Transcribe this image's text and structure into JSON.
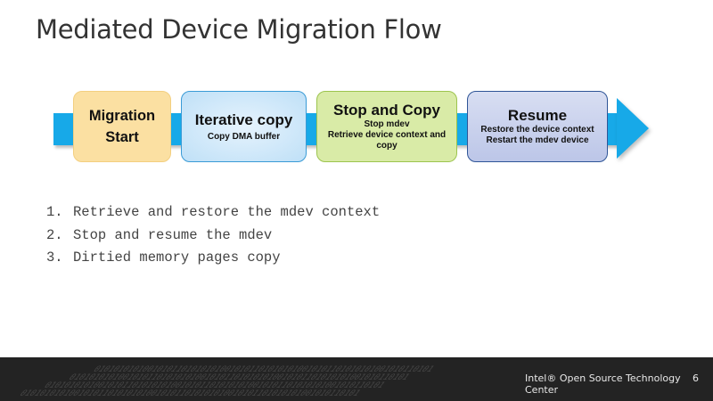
{
  "slide": {
    "title": "Mediated Device Migration Flow",
    "page_number": "6"
  },
  "flow": {
    "arrow_color": "#17a9e8",
    "steps": [
      {
        "title_line1": "Migration",
        "title_line2": "Start",
        "color": "#fbe0a2"
      },
      {
        "title": "Iterative copy",
        "sub1": "Copy DMA buffer",
        "color": "#c5e3f8"
      },
      {
        "title": "Stop and Copy",
        "sub1": "Stop mdev",
        "sub2": "Retrieve device context and copy",
        "color": "#d9eba7"
      },
      {
        "title": "Resume",
        "sub1": "Restore the device context",
        "sub2": "Restart the mdev device",
        "color": "#c7d0ec"
      }
    ]
  },
  "list": {
    "items": [
      {
        "num": "1.",
        "text": "Retrieve and restore the mdev context"
      },
      {
        "num": "2.",
        "text": "Stop and resume the mdev"
      },
      {
        "num": "3.",
        "text": "Dirtied memory pages copy"
      }
    ]
  },
  "footer": {
    "text": "Intel® Open Source Technology Center",
    "bits": "0101010101001010110101010100101011010101010010101101010101001010110101",
    "bg": "#232323"
  }
}
